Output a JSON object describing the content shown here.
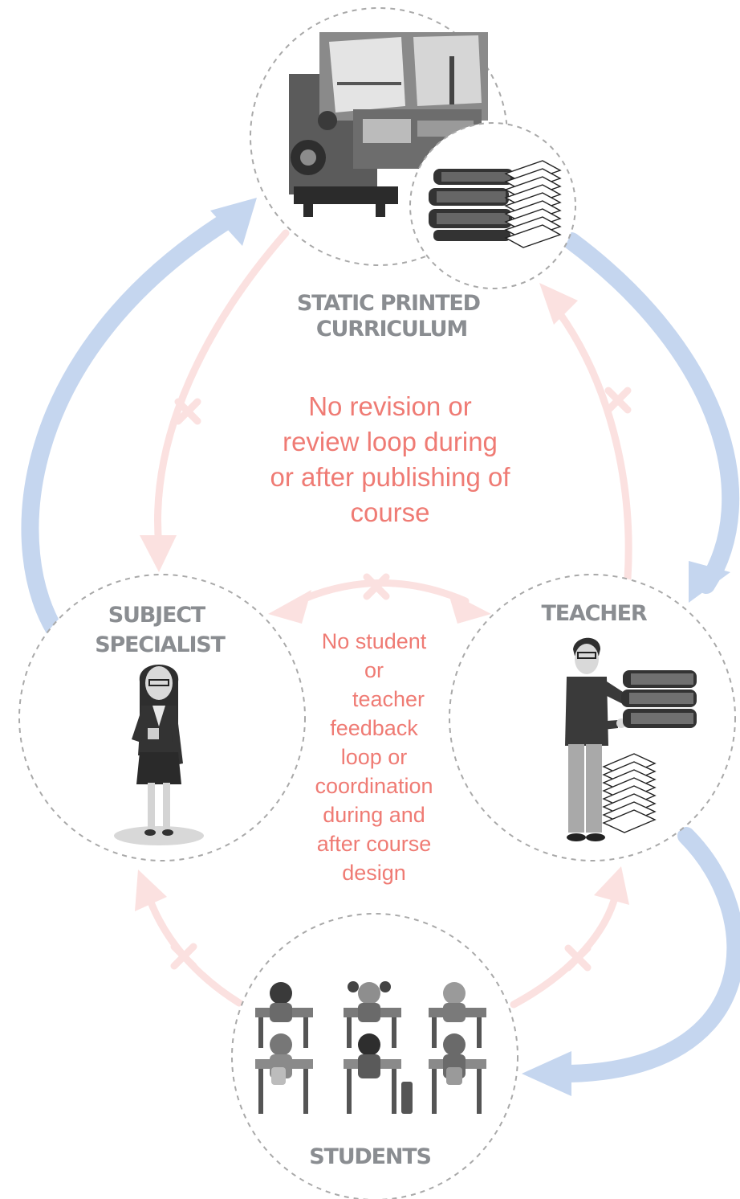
{
  "nodes": {
    "curriculum": {
      "label_lines": [
        "STATIC PRINTED",
        "CURRICULUM"
      ],
      "icons": [
        "printing-press-icon",
        "books-stack-icon"
      ]
    },
    "specialist": {
      "label_lines": [
        "SUBJECT",
        "SPECIALIST"
      ],
      "icon": "woman-specialist-icon"
    },
    "teacher": {
      "label_lines": [
        "TEACHER"
      ],
      "icon": "teacher-with-books-icon"
    },
    "students": {
      "label_lines": [
        "STUDENTS"
      ],
      "icon": "students-at-desks-icon"
    }
  },
  "notes": {
    "top": [
      "No revision or",
      "review loop during",
      "or after publishing of",
      "course"
    ],
    "middle": [
      "No student",
      "or",
      "teacher",
      "feedback",
      "loop or",
      "coordination",
      "during and",
      "after course",
      "design"
    ]
  },
  "colors": {
    "blue_flow": "#c5d6ef",
    "pink_blocked": "#fbe1e0",
    "note_text": "#ef7b74",
    "label_text": "#8a8d91"
  }
}
